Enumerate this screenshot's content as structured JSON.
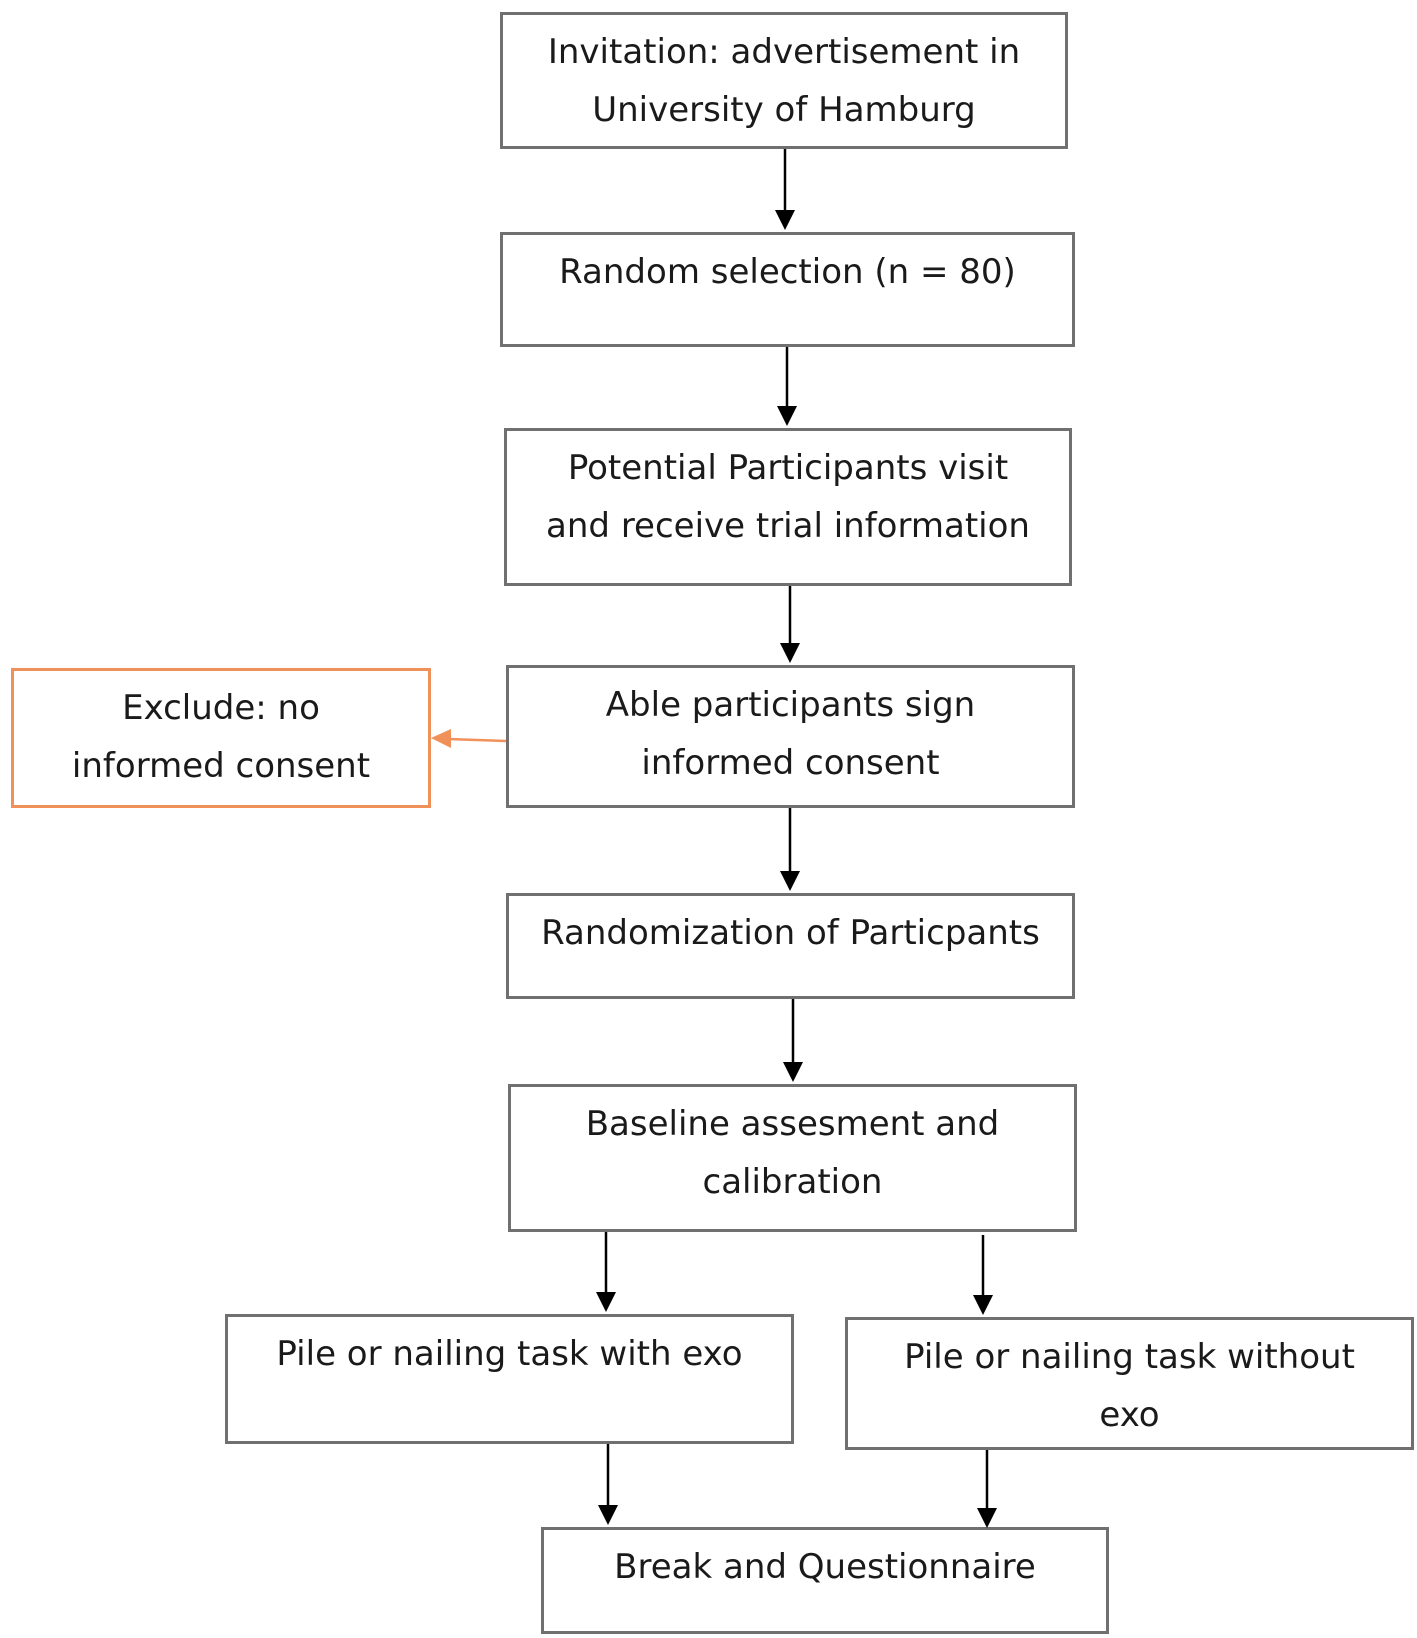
{
  "nodes": {
    "invitation": [
      "Invitation: advertisement in",
      "University of Hamburg"
    ],
    "random_selection": [
      "Random selection (n = 80)"
    ],
    "potential": [
      "Potential Participants visit",
      "and receive trial information"
    ],
    "able": [
      "Able participants sign",
      "informed consent"
    ],
    "exclude": [
      "Exclude: no",
      "informed consent"
    ],
    "randomization": [
      "Randomization of Particpants"
    ],
    "baseline": [
      "Baseline assesment and",
      "calibration"
    ],
    "with_exo": [
      "Pile or nailing task with exo"
    ],
    "without_exo": [
      "Pile or nailing task without",
      "exo"
    ],
    "break": [
      "Break and Questionnaire"
    ]
  },
  "colors": {
    "box_border": "#707070",
    "exclude_border": "#f0915a",
    "arrow": "#000000",
    "exclude_arrow": "#f0915a"
  }
}
